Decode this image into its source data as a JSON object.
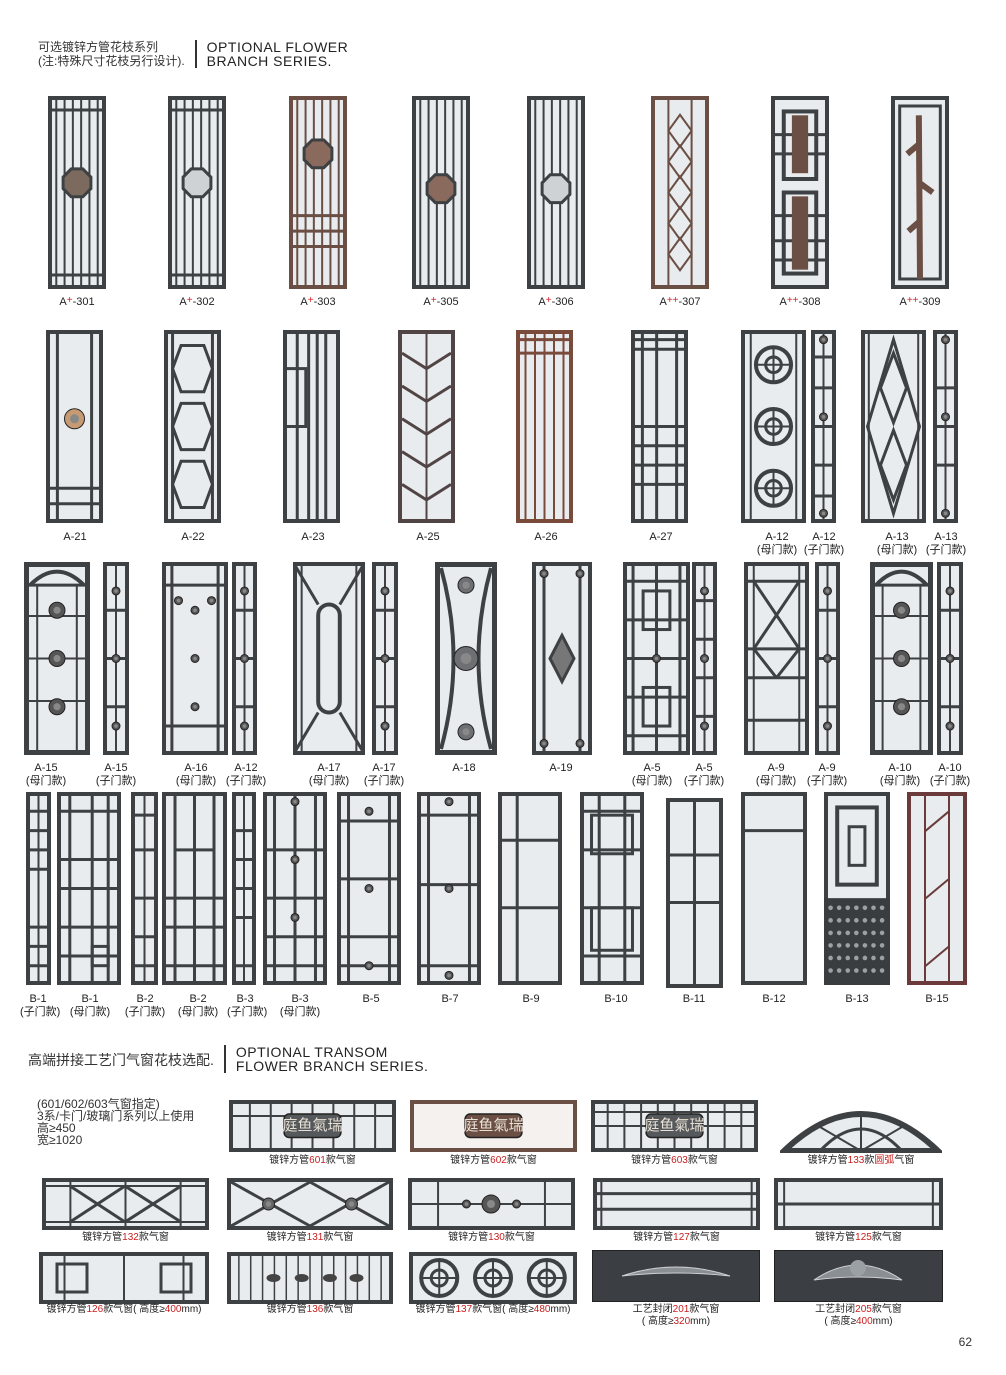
{
  "header1": {
    "cn_line1": "可选镀锌方管花枝系列",
    "cn_line2": "(注:特殊尺寸花枝另行设计).",
    "en_line1": "OPTIONAL FLOWER",
    "en_line2": "BRANCH SERIES."
  },
  "header2": {
    "cn": "高端拼接工艺门气窗花枝选配.",
    "en_line1": "OPTIONAL TRANSOM",
    "en_line2": "FLOWER BRANCH SERIES."
  },
  "requirements": {
    "line1": "(601/602/603气窗指定)",
    "line2": "3系/卡门/玻璃门系列以上使用",
    "line3": "高≥450",
    "line4": "宽≥1020"
  },
  "row1": [
    {
      "prefix": "A",
      "sup": "+",
      "suffix": "-301"
    },
    {
      "prefix": "A",
      "sup": "+",
      "suffix": "-302"
    },
    {
      "prefix": "A",
      "sup": "+",
      "suffix": "-303"
    },
    {
      "prefix": "A",
      "sup": "+",
      "suffix": "-305"
    },
    {
      "prefix": "A",
      "sup": "+",
      "suffix": "-306"
    },
    {
      "prefix": "A",
      "sup": "++",
      "suffix": "-307"
    },
    {
      "prefix": "A",
      "sup": "++",
      "suffix": "-308"
    },
    {
      "prefix": "A",
      "sup": "++",
      "suffix": "-309"
    }
  ],
  "row2": [
    {
      "code": "A-21",
      "sub": ""
    },
    {
      "code": "A-22",
      "sub": ""
    },
    {
      "code": "A-23",
      "sub": ""
    },
    {
      "code": "A-25",
      "sub": ""
    },
    {
      "code": "A-26",
      "sub": ""
    },
    {
      "code": "A-27",
      "sub": ""
    },
    {
      "code": "A-12",
      "sub": "(母门款)"
    },
    {
      "code": "A-12",
      "sub": "(子门款)"
    },
    {
      "code": "A-13",
      "sub": "(母门款)"
    },
    {
      "code": "A-13",
      "sub": "(子门款)"
    }
  ],
  "row3": [
    {
      "code": "A-15",
      "sub": "(母门款)"
    },
    {
      "code": "A-15",
      "sub": "(子门款)"
    },
    {
      "code": "A-16",
      "sub": "(母门款)"
    },
    {
      "code": "A-12",
      "sub": "(子门款)"
    },
    {
      "code": "A-17",
      "sub": "(母门款)"
    },
    {
      "code": "A-17",
      "sub": "(子门款)"
    },
    {
      "code": "A-18",
      "sub": ""
    },
    {
      "code": "A-19",
      "sub": ""
    },
    {
      "code": "A-5",
      "sub": "(母门款)"
    },
    {
      "code": "A-5",
      "sub": "(子门款)"
    },
    {
      "code": "A-9",
      "sub": "(母门款)"
    },
    {
      "code": "A-9",
      "sub": "(子门款)"
    },
    {
      "code": "A-10",
      "sub": "(母门款)"
    },
    {
      "code": "A-10",
      "sub": "(子门款)"
    }
  ],
  "row4": [
    {
      "code": "B-1",
      "sub": "(子门款)"
    },
    {
      "code": "B-1",
      "sub": "(母门款)"
    },
    {
      "code": "B-2",
      "sub": "(子门款)"
    },
    {
      "code": "B-2",
      "sub": "(母门款)"
    },
    {
      "code": "B-3",
      "sub": "(子门款)"
    },
    {
      "code": "B-3",
      "sub": "(母门款)"
    },
    {
      "code": "B-5",
      "sub": ""
    },
    {
      "code": "B-7",
      "sub": ""
    },
    {
      "code": "B-9",
      "sub": ""
    },
    {
      "code": "B-10",
      "sub": ""
    },
    {
      "code": "B-11",
      "sub": ""
    },
    {
      "code": "B-12",
      "sub": ""
    },
    {
      "code": "B-13",
      "sub": ""
    },
    {
      "code": "B-15",
      "sub": ""
    }
  ],
  "plaque_text": "庭鱼氣瑞",
  "transoms": [
    {
      "pre": "镀锌方管",
      "num": "601",
      "post": "款气窗",
      "line2": ""
    },
    {
      "pre": "镀锌方管",
      "num": "602",
      "post": "款气窗",
      "line2": ""
    },
    {
      "pre": "镀锌方管",
      "num": "603",
      "post": "款气窗",
      "line2": ""
    },
    {
      "pre": "镀锌方管",
      "num": "133",
      "post": "款",
      "extra": "圆弧",
      "post2": "气窗",
      "line2": ""
    },
    {
      "pre": "镀锌方管",
      "num": "132",
      "post": "款气窗",
      "line2": ""
    },
    {
      "pre": "镀锌方管",
      "num": "131",
      "post": "款气窗",
      "line2": ""
    },
    {
      "pre": "镀锌方管",
      "num": "130",
      "post": "款气窗",
      "line2": ""
    },
    {
      "pre": "镀锌方管",
      "num": "127",
      "post": "款气窗",
      "line2": ""
    },
    {
      "pre": "镀锌方管",
      "num": "125",
      "post": "款气窗",
      "line2": ""
    },
    {
      "pre": "镀锌方管",
      "num": "126",
      "post": "款气窗( 高度≥",
      "num2": "400",
      "post2": "mm)",
      "line2": ""
    },
    {
      "pre": "镀锌方管",
      "num": "136",
      "post": "款气窗",
      "line2": ""
    },
    {
      "pre": "镀锌方管",
      "num": "137",
      "post": "款气窗( 高度≥",
      "num2": "480",
      "post2": "mm)",
      "line2": ""
    },
    {
      "pre": "工艺封闭",
      "num": "201",
      "post": "款气窗",
      "line2pre": "( 高度≥",
      "line2num": "320",
      "line2post": "mm)"
    },
    {
      "pre": "工艺封闭",
      "num": "205",
      "post": "款气窗",
      "line2pre": "( 高度≥",
      "line2num": "400",
      "line2post": "mm)"
    }
  ],
  "page_number": "62",
  "colors": {
    "frame": "#3d4144",
    "bronze": "#6b4f45",
    "glass": "#e9ecee",
    "accent_red": "#c81e1e"
  }
}
